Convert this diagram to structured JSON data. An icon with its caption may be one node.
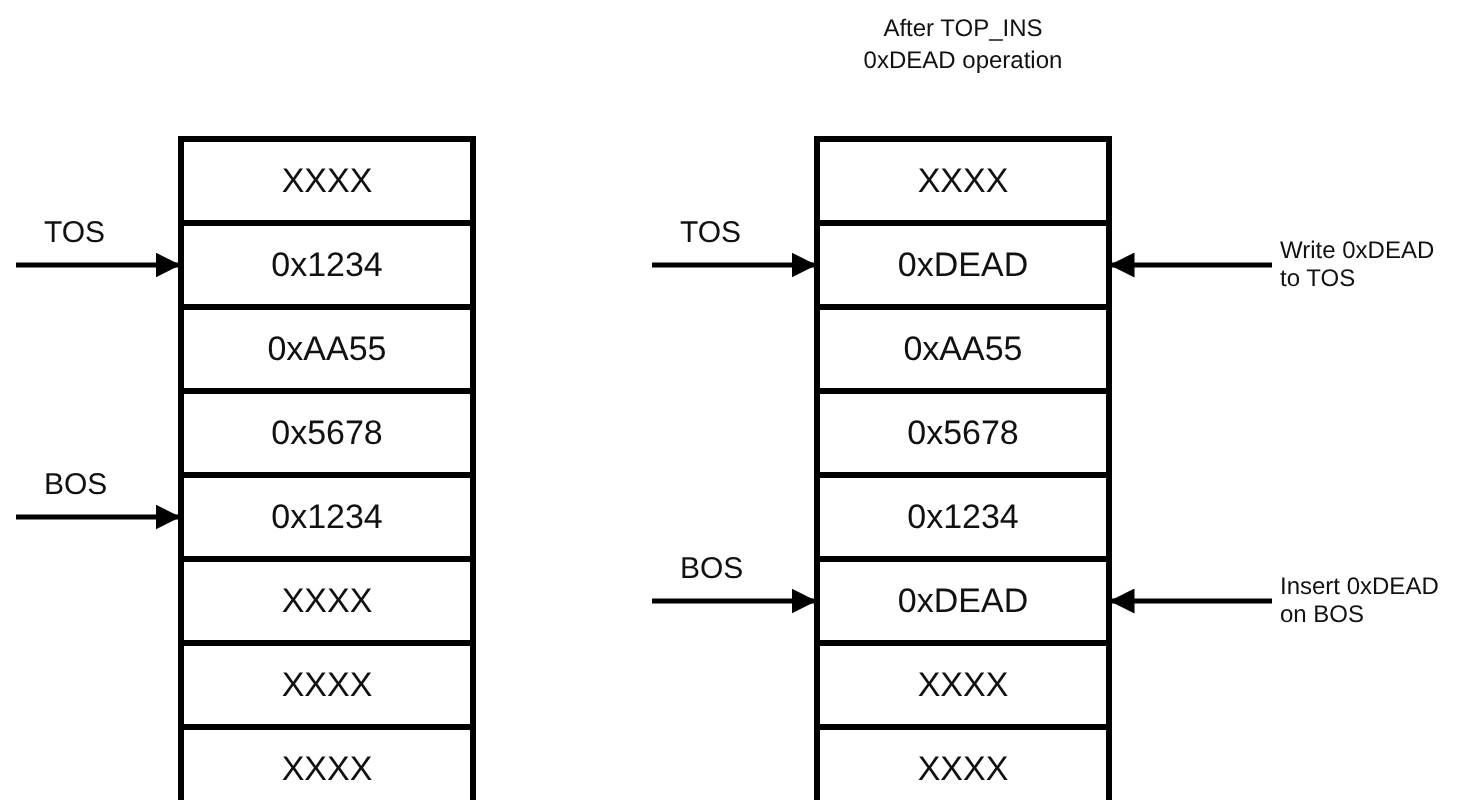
{
  "diagram": {
    "nodes": [
      {
        "text": [
          "XXXX"
        ]
      },
      {
        "text": [
          "0x1234"
        ]
      },
      {
        "text": [
          "0xAA55"
        ]
      },
      {
        "text": [
          "0x5678"
        ]
      },
      {
        "text": [
          "0x1234"
        ]
      },
      {
        "text": [
          "XXXX"
        ]
      },
      {
        "text": [
          "XXXX"
        ]
      },
      {
        "text": [
          "XXXX"
        ]
      },
      {
        "text": [
          "XXXX"
        ]
      },
      {
        "text": [
          "0xDEAD"
        ]
      },
      {
        "text": [
          "0xAA55"
        ]
      },
      {
        "text": [
          "0x5678"
        ]
      },
      {
        "text": [
          "0x1234"
        ]
      },
      {
        "text": [
          "0xDEAD"
        ]
      },
      {
        "text": [
          "XXXX"
        ]
      },
      {
        "text": [
          "XXXX"
        ]
      },
      {
        "text": [
          "TOS"
        ]
      },
      {
        "text": [
          "BOS"
        ]
      },
      {
        "text": [
          "TOS"
        ]
      },
      {
        "text": [
          "BOS"
        ]
      },
      {
        "text": [
          "Write 0xDEAD to TOS"
        ]
      },
      {
        "text": [
          "Insert 0xDEAD on BOS"
        ]
      }
    ],
    "edges": [
      {
        "from": 16,
        "to": 1,
        "arrow": "to"
      },
      {
        "from": 17,
        "to": 4,
        "arrow": "to"
      },
      {
        "from": 18,
        "to": 9,
        "arrow": "to"
      },
      {
        "from": 19,
        "to": 13,
        "arrow": "to"
      },
      {
        "from": 20,
        "to": 9,
        "arrow": "to"
      },
      {
        "from": 21,
        "to": 13,
        "arrow": "to"
      }
    ],
    "labels": [
      "After TOP_INS 0xDEAD operation"
    ]
  }
}
